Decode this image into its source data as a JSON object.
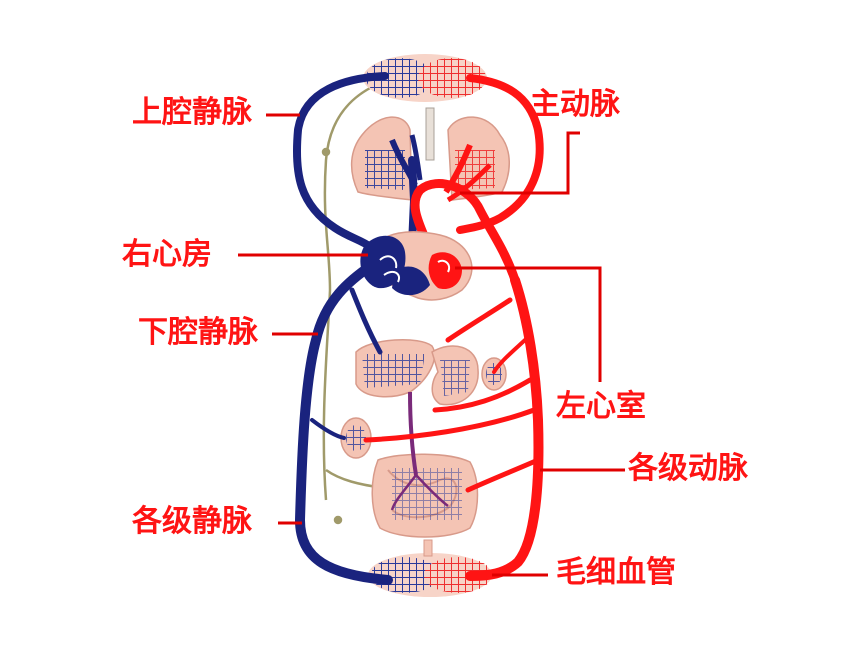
{
  "diagram": {
    "labels": {
      "superior_vena_cava": "上腔静脉",
      "aorta": "主动脉",
      "right_atrium": "右心房",
      "inferior_vena_cava": "下腔静脉",
      "left_ventricle": "左心室",
      "arteries": "各级动脉",
      "veins": "各级静脉",
      "capillaries": "毛细血管"
    },
    "colors": {
      "artery": "#ff1414",
      "vein": "#1a237e",
      "label": "#ff1414",
      "leader": "#e00000",
      "lymph": "#a09a6a",
      "tissue": "#f4c4b4",
      "portal": "#7a2a7a"
    }
  }
}
